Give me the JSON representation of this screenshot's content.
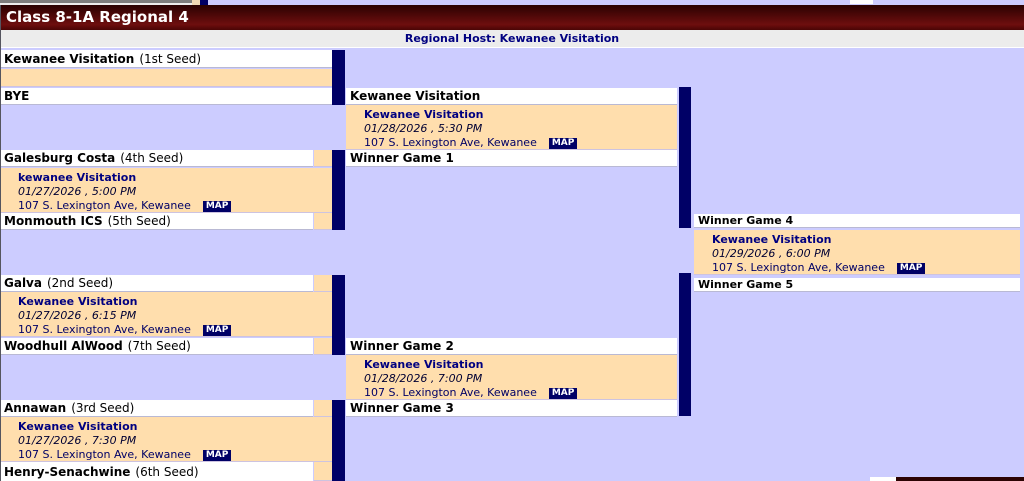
{
  "window": {
    "title": "Class 8-1A Regional 4",
    "host": "Regional Host: Kewanee Visitation"
  },
  "labels": {
    "map": "MAP"
  },
  "colors": {
    "header_maroon": "#6e0e0e",
    "background_lavender": "#ccccff",
    "game_info_peach": "#ffdead",
    "connector_navy": "#000066",
    "host_row_gray": "#ececec"
  },
  "bracket": {
    "round1": [
      {
        "top_team": "Kewanee Visitation",
        "top_seed": "(1st Seed)",
        "bottom_team": "BYE",
        "bottom_seed": ""
      },
      {
        "top_team": "Galesburg Costa",
        "top_seed": "(4th Seed)",
        "bottom_team": "Monmouth ICS",
        "bottom_seed": "(5th Seed)",
        "game": {
          "site": "kewanee Visitation",
          "when": "01/27/2026 , 5:00 PM",
          "address": "107 S. Lexington Ave, Kewanee"
        }
      },
      {
        "top_team": "Galva",
        "top_seed": "(2nd Seed)",
        "bottom_team": "Woodhull AlWood",
        "bottom_seed": "(7th Seed)",
        "game": {
          "site": "Kewanee Visitation",
          "when": "01/27/2026 , 6:15 PM",
          "address": "107 S. Lexington Ave, Kewanee"
        }
      },
      {
        "top_team": "Annawan",
        "top_seed": "(3rd Seed)",
        "bottom_team": "Henry-Senachwine",
        "bottom_seed": "(6th Seed)",
        "game": {
          "site": "Kewanee Visitation",
          "when": "01/27/2026 , 7:30 PM",
          "address": "107 S. Lexington Ave, Kewanee"
        }
      }
    ],
    "round2": [
      {
        "top": "Kewanee Visitation",
        "bottom": "Winner Game 1",
        "game": {
          "site": "Kewanee Visitation",
          "when": "01/28/2026 , 5:30 PM",
          "address": "107 S. Lexington Ave, Kewanee"
        }
      },
      {
        "top": "Winner Game 2",
        "bottom": "Winner Game 3",
        "game": {
          "site": "Kewanee Visitation",
          "when": "01/28/2026 , 7:00 PM",
          "address": "107 S. Lexington Ave, Kewanee"
        }
      }
    ],
    "championship": {
      "top": "Winner Game 4",
      "bottom": "Winner Game 5",
      "game": {
        "site": "Kewanee Visitation",
        "when": "01/29/2026 , 6:00 PM",
        "address": "107 S. Lexington Ave, Kewanee"
      }
    }
  }
}
